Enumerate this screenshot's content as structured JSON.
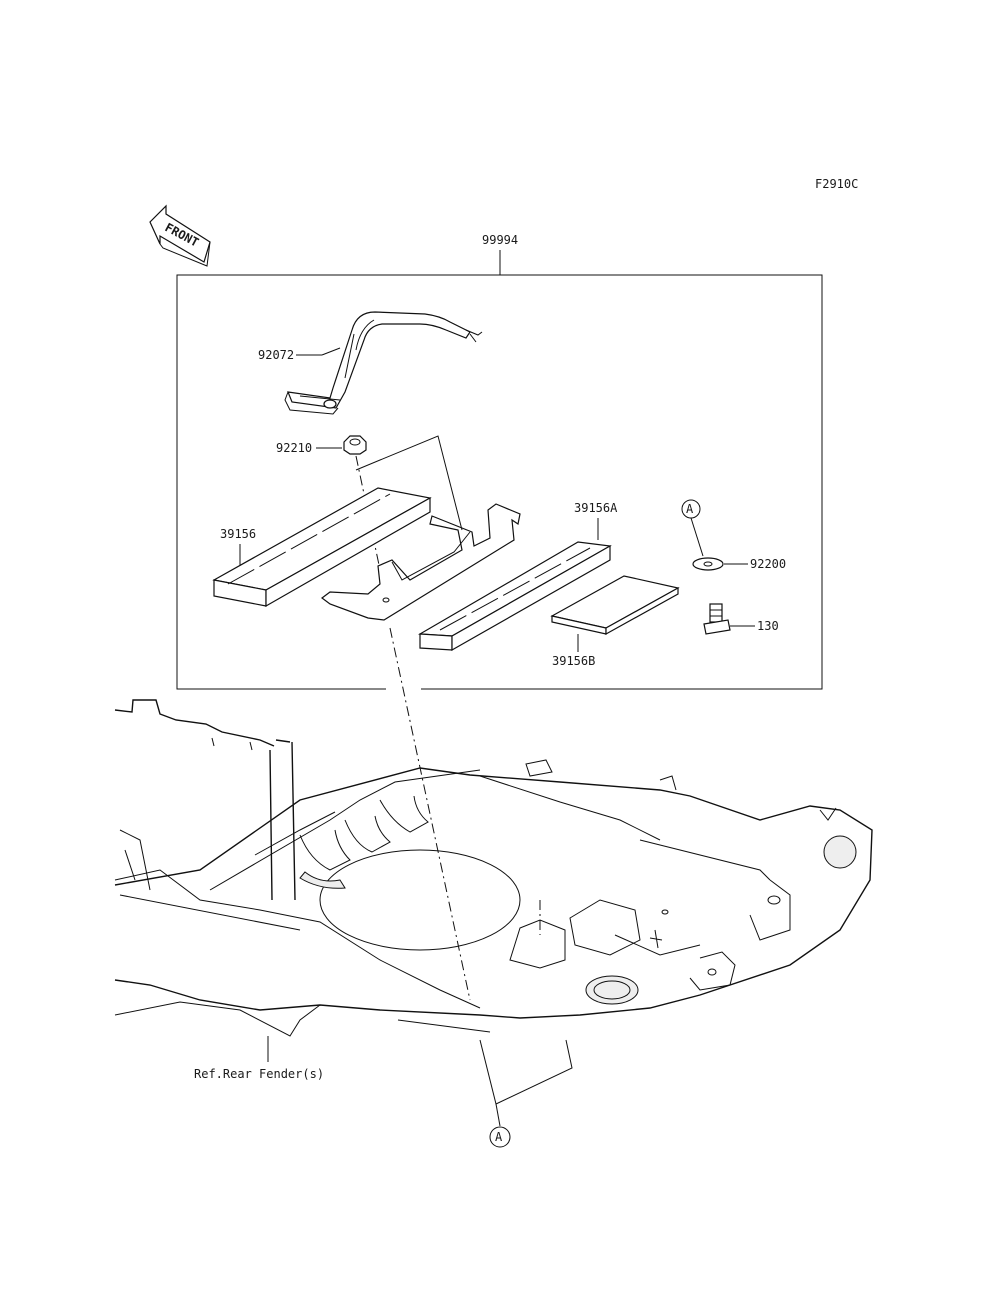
{
  "figure_code": "F2910C",
  "front_arrow_text": "FRONT",
  "callouts": {
    "kit": "99994",
    "strap": "92072",
    "nut": "92210",
    "pad_left": "39156",
    "pad_a": "39156A",
    "pad_b": "39156B",
    "washer": "92200",
    "bolt": "130",
    "ref_text": "Ref.Rear Fender(s)",
    "ref_marker_top": "A",
    "ref_marker_bottom": "A"
  }
}
